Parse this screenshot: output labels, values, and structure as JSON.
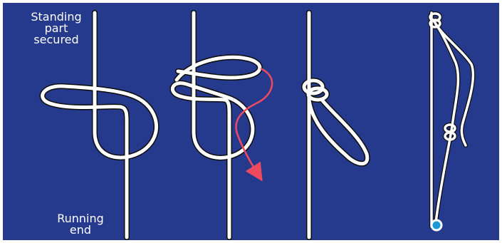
{
  "labels": {
    "standing": [
      "Standing",
      "part",
      "secured"
    ],
    "running": [
      "Running",
      "end"
    ]
  },
  "colors": {
    "background": "#253a8c",
    "rope": "#ffffff",
    "rope_outline": "#0d0d0d",
    "arrow": "#ee4a5f",
    "ring": "#1a9bd7"
  },
  "diagram": {
    "subject": "rope knot tying sequence",
    "steps": 4
  }
}
